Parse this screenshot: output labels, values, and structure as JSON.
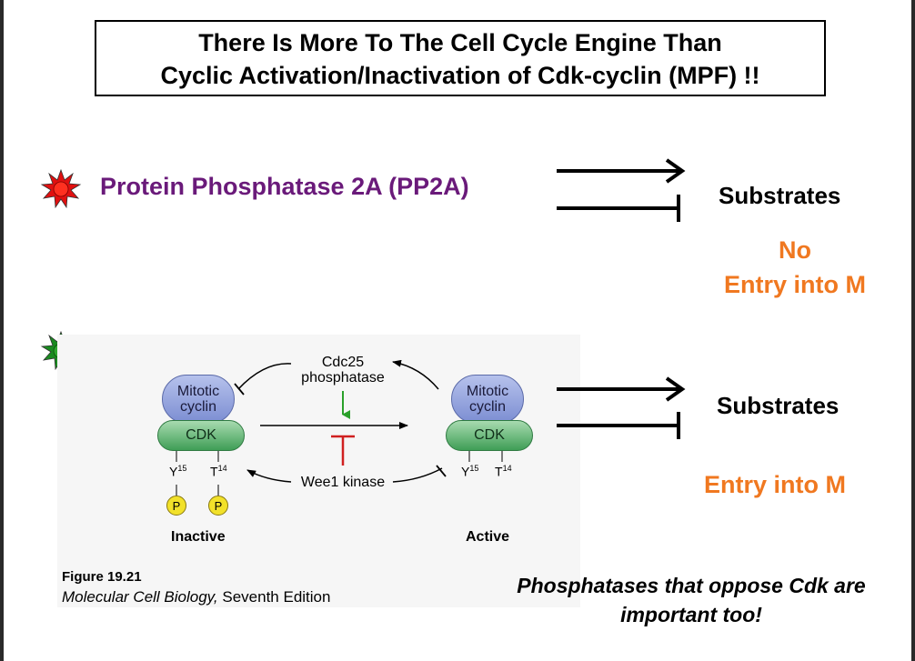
{
  "title": {
    "line1": "There Is More To The Cell Cycle Engine Than",
    "line2": "Cyclic Activation/Inactivation of Cdk-cyclin (MPF) !!"
  },
  "pp2a_label": "Protein Phosphatase 2A (PP2A)",
  "substrates_label": "Substrates",
  "top_outcome": {
    "line1": "No",
    "line2": "Entry into M"
  },
  "bottom_outcome": "Entry into M",
  "figure": {
    "cyclin_line1": "Mitotic",
    "cyclin_line2": "cyclin",
    "cdk_label": "CDK",
    "y15": "Y",
    "y15_num": "15",
    "t14": "T",
    "t14_num": "14",
    "phospho": "P",
    "cdc25_line1": "Cdc25",
    "cdc25_line2": "phosphatase",
    "wee1": "Wee1 kinase",
    "inactive": "Inactive",
    "active": "Active",
    "fig_number": "Figure 19.21",
    "book_title": "Molecular Cell Biology,",
    "edition": " Seventh Edition"
  },
  "conclusion": "Phosphatases that oppose Cdk are important too!",
  "colors": {
    "pp2a_purple": "#6a1a7a",
    "orange": "#f07820",
    "red_star": "#e01010",
    "green_star": "#1a8a20",
    "cyclin_blue": "#8d9ddb",
    "cdk_green": "#4fae64",
    "inhibit_red": "#d02020",
    "activate_green": "#2aa02a"
  },
  "icons": [
    "red-starburst-icon",
    "green-starburst-icon"
  ]
}
